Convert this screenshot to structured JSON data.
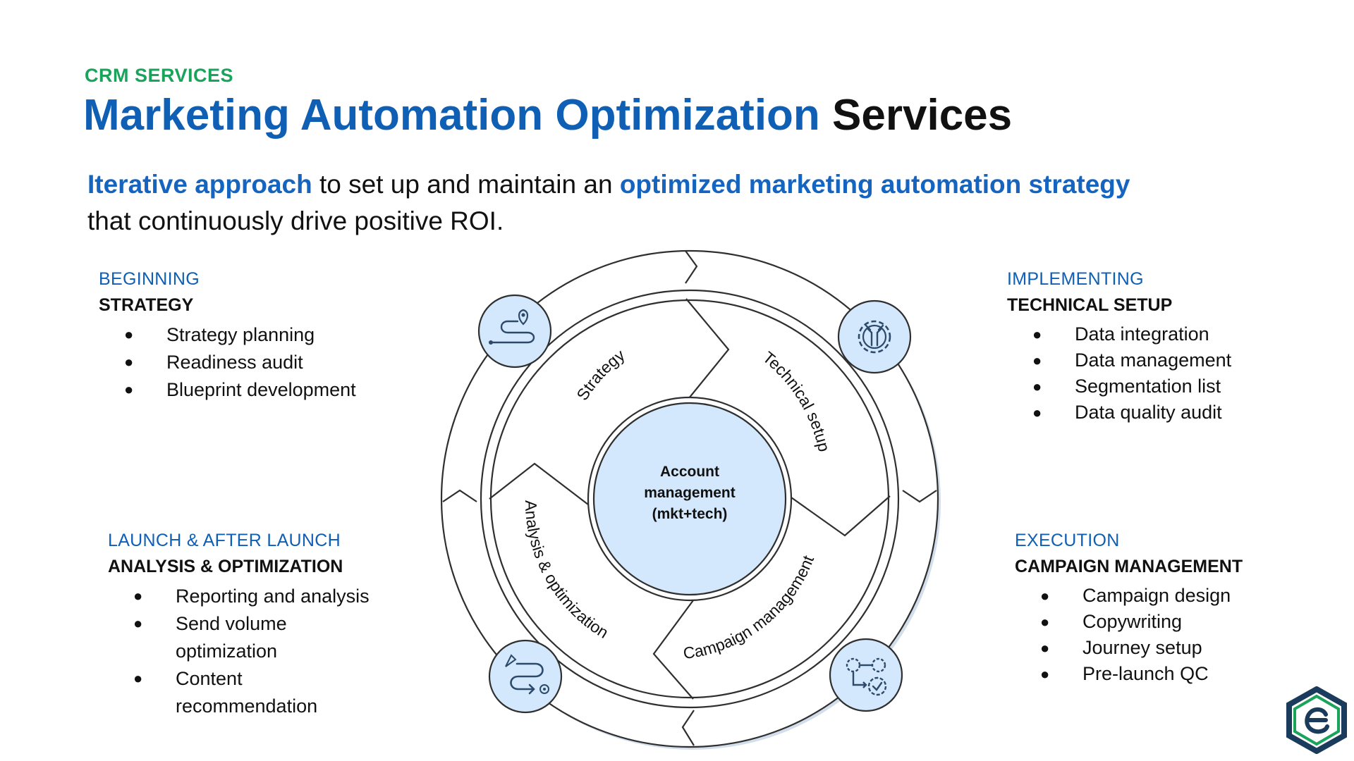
{
  "header": {
    "eyebrow": "CRM SERVICES",
    "title_highlight": "Marketing Automation Optimization",
    "title_rest": "Services"
  },
  "subtitle": {
    "part1": "Iterative approach",
    "part2": " to set up and maintain an ",
    "part3": "optimized marketing automation strategy",
    "part4": " that continuously drive positive ROI."
  },
  "phases": {
    "beginning": {
      "stage": "BEGINNING",
      "name": "STRATEGY",
      "items": [
        "Strategy planning",
        "Readiness audit",
        "Blueprint development"
      ]
    },
    "implementing": {
      "stage": "IMPLEMENTING",
      "name": "TECHNICAL SETUP",
      "items": [
        "Data integration",
        "Data management",
        "Segmentation list",
        "Data quality audit"
      ]
    },
    "launch": {
      "stage": "LAUNCH & AFTER LAUNCH",
      "name": "ANALYSIS & OPTIMIZATION",
      "items": [
        "Reporting and analysis",
        "Send volume",
        "optimization",
        "Content",
        "recommendation"
      ]
    },
    "execution": {
      "stage": "EXECUTION",
      "name": "CAMPAIGN MANAGEMENT",
      "items": [
        "Campaign design",
        "Copywriting",
        "Journey setup",
        "Pre-launch QC"
      ]
    }
  },
  "bullet_char": "●",
  "diagram": {
    "center_line1": "Account",
    "center_line2": "management",
    "center_line3": "(mkt+tech)",
    "segments": {
      "strategy": "Strategy",
      "technical": "Technical setup",
      "campaign": "Campaign management",
      "analysis": "Analysis & optimization"
    },
    "icons": {
      "strategy": "map-route-icon",
      "technical": "gear-wrench-icon",
      "analysis": "rocket-path-icon",
      "campaign": "workflow-gears-icon"
    },
    "colors": {
      "circle_fill": "#d3e8fc",
      "outline": "#2f2f2f",
      "icon_stroke": "#2e4a6b",
      "shadow": "#c7d6e6"
    }
  },
  "colors": {
    "eyebrow_green": "#1aa35a",
    "title_blue": "#0f5fb5",
    "highlight_blue": "#1565c0"
  },
  "logo": "hexagon-e-logo"
}
